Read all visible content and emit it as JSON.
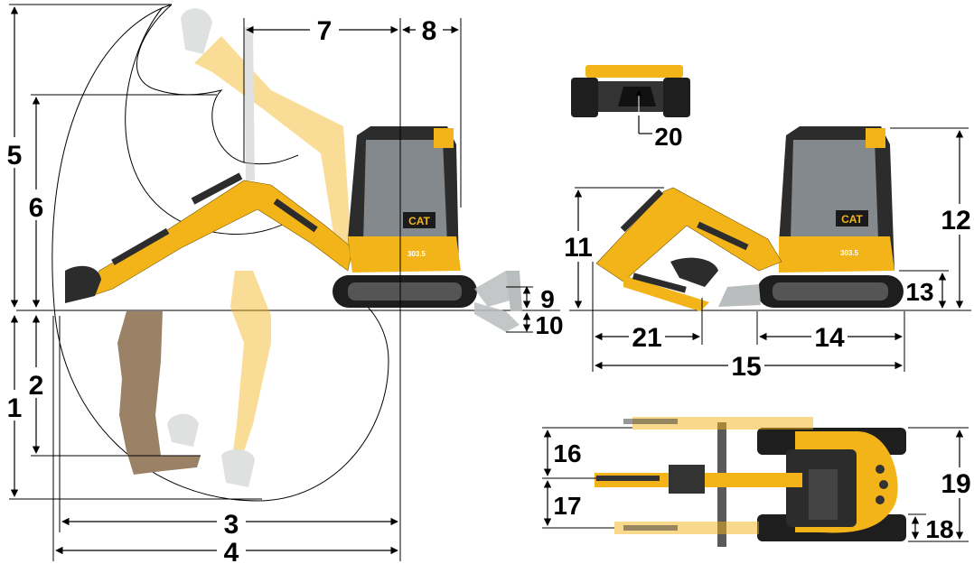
{
  "colors": {
    "machine": "#f2b418",
    "machine_light": "#f7dc92",
    "dark": "#2c2c2c",
    "track": "#1e1e1e",
    "glass": "#9aa1a6",
    "soil": "#9b8267",
    "ghost": "#b9bdbd"
  },
  "badges": {
    "brand": "CAT",
    "model": "303.5"
  },
  "dimensions": [
    {
      "id": "d1",
      "label": "1"
    },
    {
      "id": "d2",
      "label": "2"
    },
    {
      "id": "d3",
      "label": "3"
    },
    {
      "id": "d4",
      "label": "4"
    },
    {
      "id": "d5",
      "label": "5"
    },
    {
      "id": "d6",
      "label": "6"
    },
    {
      "id": "d7",
      "label": "7"
    },
    {
      "id": "d8",
      "label": "8"
    },
    {
      "id": "d9",
      "label": "9"
    },
    {
      "id": "d10",
      "label": "10"
    },
    {
      "id": "d11",
      "label": "11"
    },
    {
      "id": "d12",
      "label": "12"
    },
    {
      "id": "d13",
      "label": "13"
    },
    {
      "id": "d14",
      "label": "14"
    },
    {
      "id": "d15",
      "label": "15"
    },
    {
      "id": "d16",
      "label": "16"
    },
    {
      "id": "d17",
      "label": "17"
    },
    {
      "id": "d18",
      "label": "18"
    },
    {
      "id": "d19",
      "label": "19"
    },
    {
      "id": "d20",
      "label": "20"
    },
    {
      "id": "d21",
      "label": "21"
    }
  ]
}
